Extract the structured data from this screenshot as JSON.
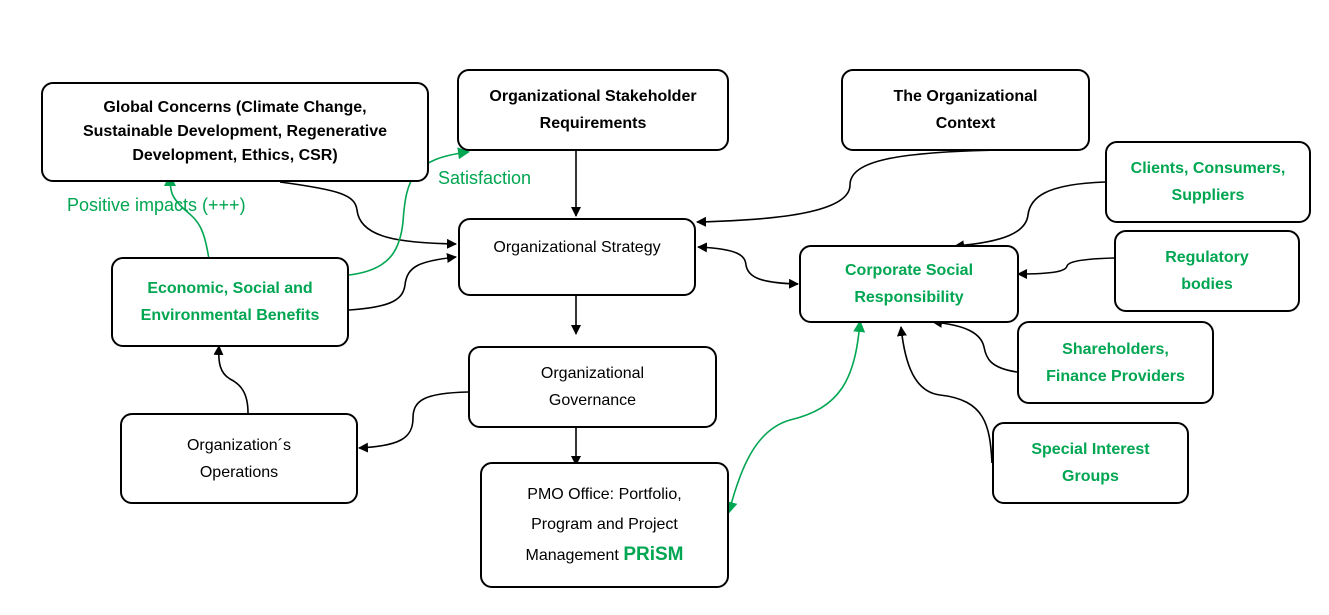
{
  "boxes": {
    "global_concerns": {
      "lines": [
        "Global Concerns (Climate Change,",
        "Sustainable Development, Regenerative",
        "Development, Ethics, CSR)"
      ]
    },
    "stakeholder_requirements": {
      "lines": [
        "Organizational Stakeholder",
        "Requirements"
      ]
    },
    "organizational_context": {
      "lines": [
        "The Organizational",
        "Context"
      ]
    },
    "clients": {
      "lines": [
        "Clients, Consumers,",
        "Suppliers"
      ]
    },
    "strategy": {
      "lines": [
        "Organizational Strategy"
      ]
    },
    "benefits": {
      "lines": [
        "Economic, Social and",
        "Environmental Benefits"
      ]
    },
    "csr": {
      "lines": [
        "Corporate Social",
        "Responsibility"
      ]
    },
    "regulatory": {
      "lines": [
        "Regulatory",
        "bodies"
      ]
    },
    "governance": {
      "lines": [
        "Organizational",
        "Governance"
      ]
    },
    "shareholders": {
      "lines": [
        "Shareholders,",
        "Finance Providers"
      ]
    },
    "operations": {
      "lines": [
        "Organization´s",
        "Operations"
      ]
    },
    "special_interest": {
      "lines": [
        "Special Interest",
        "Groups"
      ]
    },
    "pmo": {
      "lines": [
        "PMO Office: Portfolio,",
        "Program and Project",
        "Management"
      ],
      "highlight": "PRiSM"
    }
  },
  "labels": {
    "satisfaction": "Satisfaction",
    "positive_impacts": "Positive impacts (+++)"
  },
  "colors": {
    "accent_green": "#00a651",
    "arrow_black": "#000000"
  }
}
